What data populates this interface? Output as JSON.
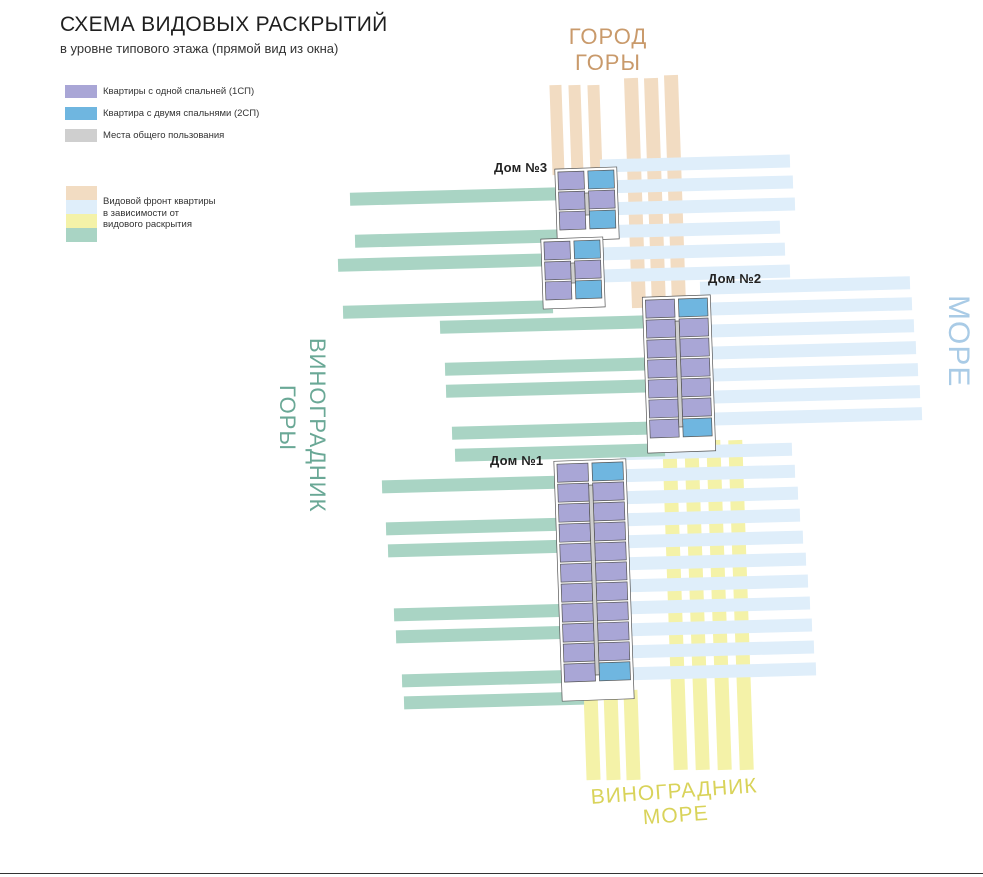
{
  "header": {
    "title": "СХЕМА ВИДОВЫХ РАСКРЫТИЙ",
    "subtitle": "в уровне типового этажа (прямой вид из окна)"
  },
  "legend": {
    "items": [
      {
        "label": "Квартиры с одной спальней (1СП)",
        "color": "#a9a6d6"
      },
      {
        "label": "Квартира с двумя спальнями (2СП)",
        "color": "#6fb6e0"
      },
      {
        "label": "Места общего пользования",
        "color": "#cfcfcf"
      }
    ],
    "view_front": {
      "label_lines": [
        "Видовой фронт квартиры",
        "в зависимости от",
        "видового раскрытия"
      ],
      "colors": [
        "#f2dcc2",
        "#dfeefa",
        "#f4f2a8",
        "#a9d4c4"
      ]
    }
  },
  "directions": {
    "top": {
      "line1": "ГОРОД",
      "line2": "ГОРЫ",
      "color": "#c99a6b"
    },
    "right": {
      "line1": "МОРЕ",
      "color": "#a9cbe6"
    },
    "bottom": {
      "line1": "ВИНОГРАДНИК",
      "line2": "МОРЕ",
      "color": "#d9d35a"
    },
    "left": {
      "line1": "ВИНОГРАДНИК",
      "line2": "ГОРЫ",
      "color": "#6aa896"
    }
  },
  "houses": [
    {
      "label": "Дом №1"
    },
    {
      "label": "Дом №2"
    },
    {
      "label": "Дом №3"
    }
  ],
  "colors": {
    "mountain_band": "#f2dcc2",
    "sea_band": "#dfeefa",
    "vineyard_sea_band": "#f4f2a8",
    "vineyard_mountain_band": "#a9d4c4",
    "one_bedroom": "#a9a6d6",
    "two_bedroom": "#6fb6e0",
    "common": "#cfcfcf"
  }
}
